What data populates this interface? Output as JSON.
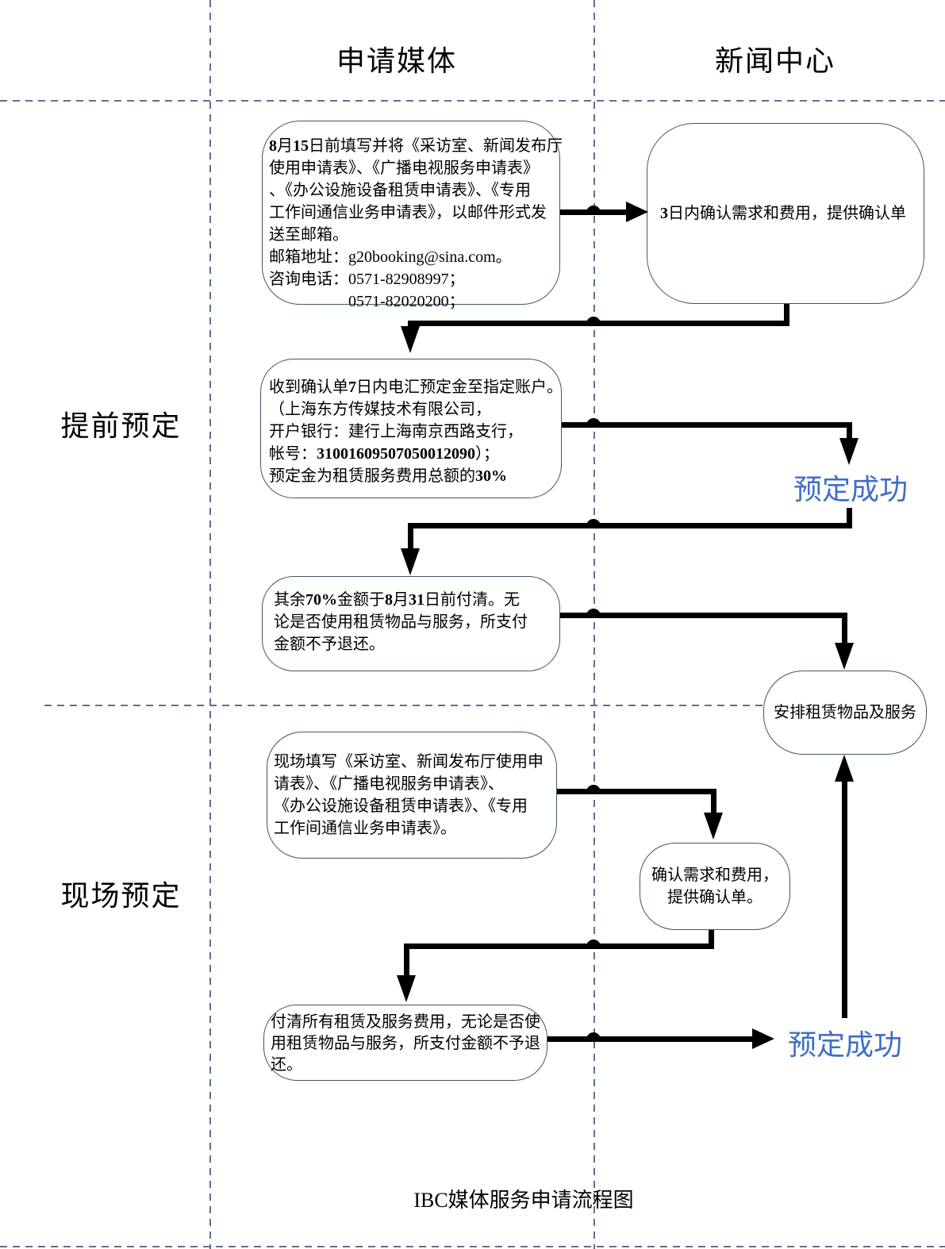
{
  "page": {
    "caption": "IBC媒体服务申请流程图",
    "colors": {
      "accent_blue": "#3e6fc8",
      "box_border": "#44546a",
      "dash_line": "#5f7090",
      "connector": "#000000"
    }
  },
  "columns": {
    "applying_media": "申请媒体",
    "news_center": "新闻中心"
  },
  "rows": {
    "advance_booking": "提前预定",
    "onsite_booking": "现场预定"
  },
  "labels": {
    "booking_success_top": "预定成功",
    "booking_success_bottom": "预定成功"
  },
  "boxes": {
    "submit_forms": {
      "lines": [
        [
          {
            "t": "8",
            "b": true
          },
          {
            "t": "月"
          },
          {
            "t": "15",
            "b": true
          },
          {
            "t": "日前填写并将《采访室、新闻发布厅"
          }
        ],
        [
          {
            "t": "使用申请表》、《广播电视服务申请表》"
          }
        ],
        [
          {
            "t": "、《办公设施设备租赁申请表》、《专用"
          }
        ],
        [
          {
            "t": "工作间通信业务申请表》，以邮件形式发"
          }
        ],
        [
          {
            "t": "送至邮箱。"
          }
        ],
        [
          {
            "t": "邮箱地址：g20booking@sina.com。"
          }
        ],
        [
          {
            "t": "咨询电话：0571-82908997；"
          }
        ],
        [
          {
            "t": "　　　　　0571-82020200；"
          }
        ]
      ]
    },
    "confirm_3days": {
      "lines": [
        [
          {
            "t": "3",
            "b": true
          },
          {
            "t": "日内确认需求和费用，提供确认单"
          }
        ]
      ]
    },
    "wire_deposit": {
      "lines": [
        [
          {
            "t": "收到确认单"
          },
          {
            "t": "7",
            "b": true
          },
          {
            "t": "日内电汇预定金至指定账户。"
          }
        ],
        [
          {
            "t": "（上海东方传媒技术有限公司，"
          }
        ],
        [
          {
            "t": "开户银行：建行上海南京西路支行，"
          }
        ],
        [
          {
            "t": "帐号："
          },
          {
            "t": "31001609507050012090",
            "b": true
          },
          {
            "t": "）；"
          }
        ],
        [
          {
            "t": "预定金为租赁服务费用总额的"
          },
          {
            "t": "30%",
            "b": true
          }
        ]
      ]
    },
    "pay_balance": {
      "lines": [
        [
          {
            "t": "其余"
          },
          {
            "t": "70%",
            "b": true
          },
          {
            "t": "金额于"
          },
          {
            "t": "8",
            "b": true
          },
          {
            "t": "月"
          },
          {
            "t": "31",
            "b": true
          },
          {
            "t": "日前付清。无"
          }
        ],
        [
          {
            "t": "论是否使用租赁物品与服务，所支付"
          }
        ],
        [
          {
            "t": "金额不予退还。"
          }
        ]
      ]
    },
    "arrange_rental": {
      "lines": [
        [
          {
            "t": "安排租赁物品及服务"
          }
        ]
      ]
    },
    "onsite_fill_forms": {
      "lines": [
        [
          {
            "t": "现场填写《采访室、新闻发布厅使用申"
          }
        ],
        [
          {
            "t": "请表》、《广播电视服务申请表》、"
          }
        ],
        [
          {
            "t": "《办公设施设备租赁申请表》、《专用"
          }
        ],
        [
          {
            "t": "工作间通信业务申请表》。"
          }
        ]
      ]
    },
    "confirm_fees": {
      "lines": [
        [
          {
            "t": "确认需求和费用，"
          }
        ],
        [
          {
            "t": "提供确认单。"
          }
        ]
      ]
    },
    "pay_all_fees": {
      "lines": [
        [
          {
            "t": "付清所有租赁及服务费用，无论是否使"
          }
        ],
        [
          {
            "t": "用租赁物品与服务，所支付金额不予退"
          }
        ],
        [
          {
            "t": "还。"
          }
        ]
      ]
    }
  }
}
